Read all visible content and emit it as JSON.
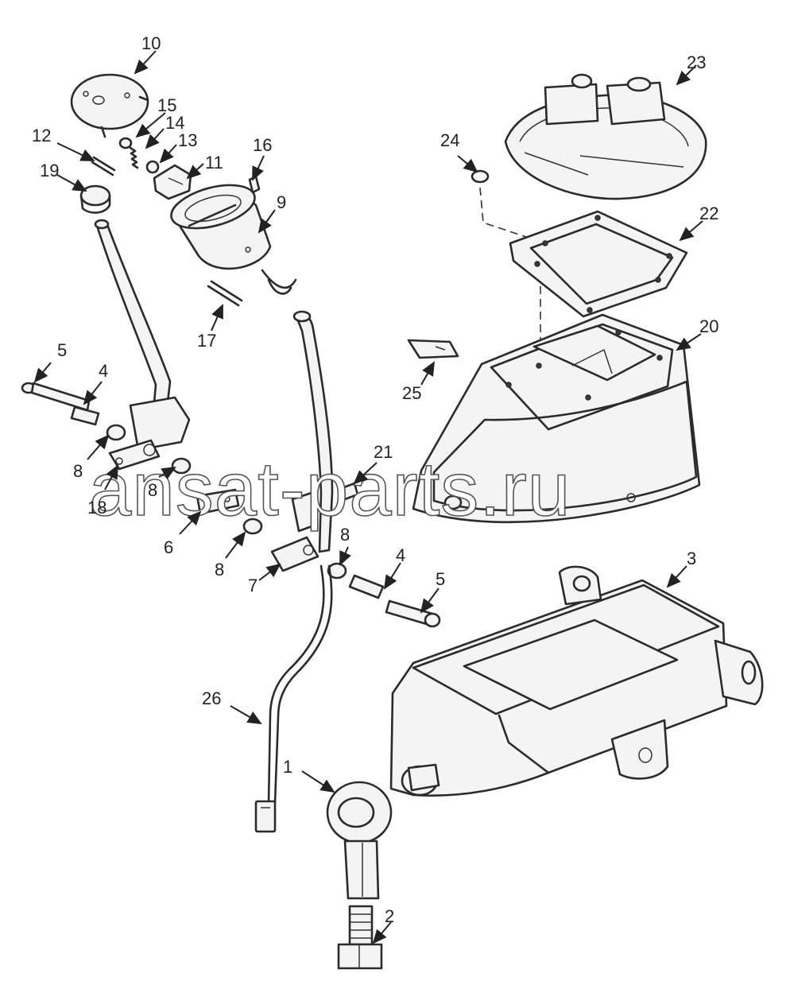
{
  "watermark": "ansat-parts.ru",
  "callouts": {
    "c1": "1",
    "c2": "2",
    "c3": "3",
    "c4a": "4",
    "c4b": "4",
    "c5a": "5",
    "c5b": "5",
    "c6": "6",
    "c7": "7",
    "c8a": "8",
    "c8b": "8",
    "c8c": "8",
    "c8d": "8",
    "c9": "9",
    "c10": "10",
    "c11": "11",
    "c12": "12",
    "c13": "13",
    "c14": "14",
    "c15": "15",
    "c16": "16",
    "c17": "17",
    "c18": "18",
    "c19": "19",
    "c20": "20",
    "c21": "21",
    "c22": "22",
    "c23": "23",
    "c24": "24",
    "c25": "25",
    "c26": "26"
  }
}
